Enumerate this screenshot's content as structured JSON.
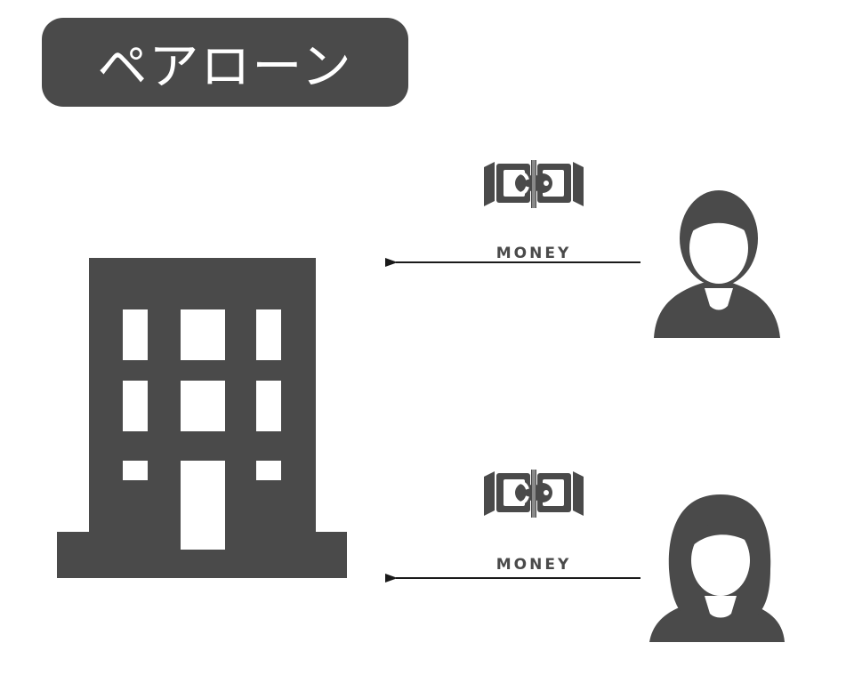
{
  "title": "ペアローン",
  "flows": [
    {
      "money_label": "MONEY"
    },
    {
      "money_label": "MONEY"
    }
  ],
  "colors": {
    "dark": "#4a4a4a",
    "light": "#ffffff",
    "arrow": "#1a1a1a"
  },
  "icons": [
    "building-icon",
    "money-icon",
    "man-icon",
    "woman-icon"
  ]
}
